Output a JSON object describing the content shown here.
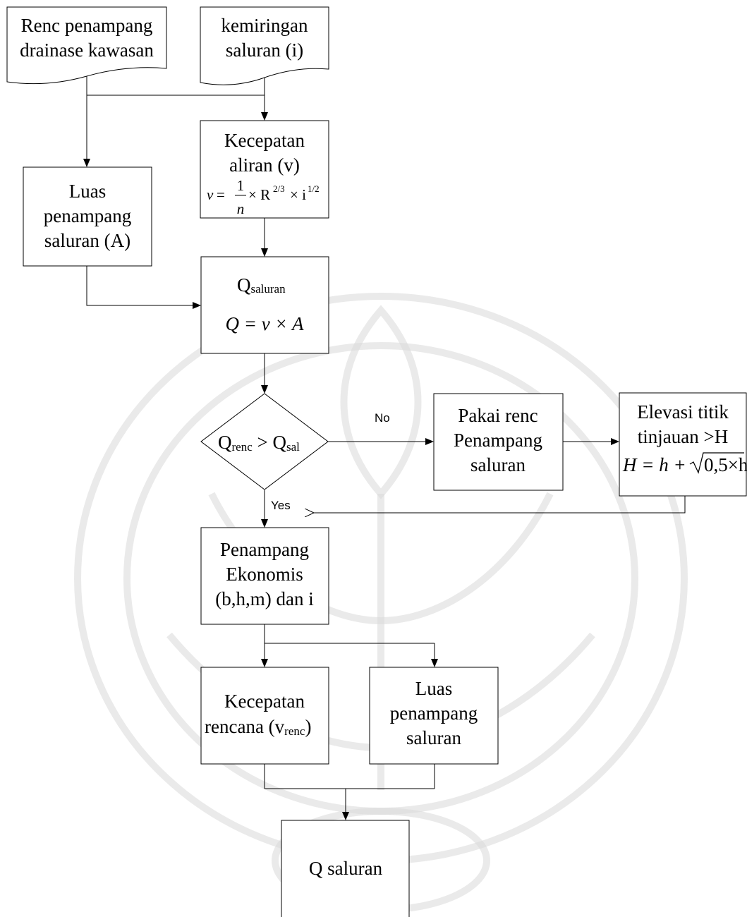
{
  "nodes": {
    "renc_penampang": {
      "line1": "Renc penampang",
      "line2": "drainase kawasan"
    },
    "kemiringan": {
      "line1": "kemiringan",
      "line2": "saluran (i)"
    },
    "luas_penampang_a": {
      "line1": "Luas",
      "line2": "penampang",
      "line3": "saluran (A)"
    },
    "kecepatan_aliran": {
      "line1": "Kecepatan",
      "line2": "aliran (v)",
      "formula": {
        "lhs": "v",
        "eq": "=",
        "numerator": "1",
        "denominator": "n",
        "rest_mid": "× R",
        "r_exp": "2/3",
        "rest_end": "× i",
        "i_exp": "1/2"
      }
    },
    "q_saluran_calc": {
      "q": "Q",
      "sub": "saluran",
      "formula": "Q = v × A"
    },
    "decision": {
      "q1": "Q",
      "sub1": "renc",
      "op": " > Q",
      "sub2": "sal"
    },
    "pakai_renc": {
      "line1": "Pakai renc",
      "line2": "Penampang",
      "line3": "saluran"
    },
    "elevasi": {
      "line1": "Elevasi titik",
      "line2": "tinjauan  >H",
      "formula_lhs": "H = h + ",
      "formula_root": "0,5×h"
    },
    "penampang_ekonomis": {
      "line1": "Penampang",
      "line2": "Ekonomis",
      "line3": "(b,h,m) dan i"
    },
    "kecepatan_rencana": {
      "line1": "Kecepatan",
      "line2": "rencana (v",
      "sub": "renc",
      "close": ")"
    },
    "luas_penampang_2": {
      "line1": "Luas",
      "line2": "penampang",
      "line3": "saluran"
    },
    "q_saluran_final": {
      "label": "Q saluran"
    }
  },
  "edge_labels": {
    "no": "No",
    "yes": "Yes"
  }
}
